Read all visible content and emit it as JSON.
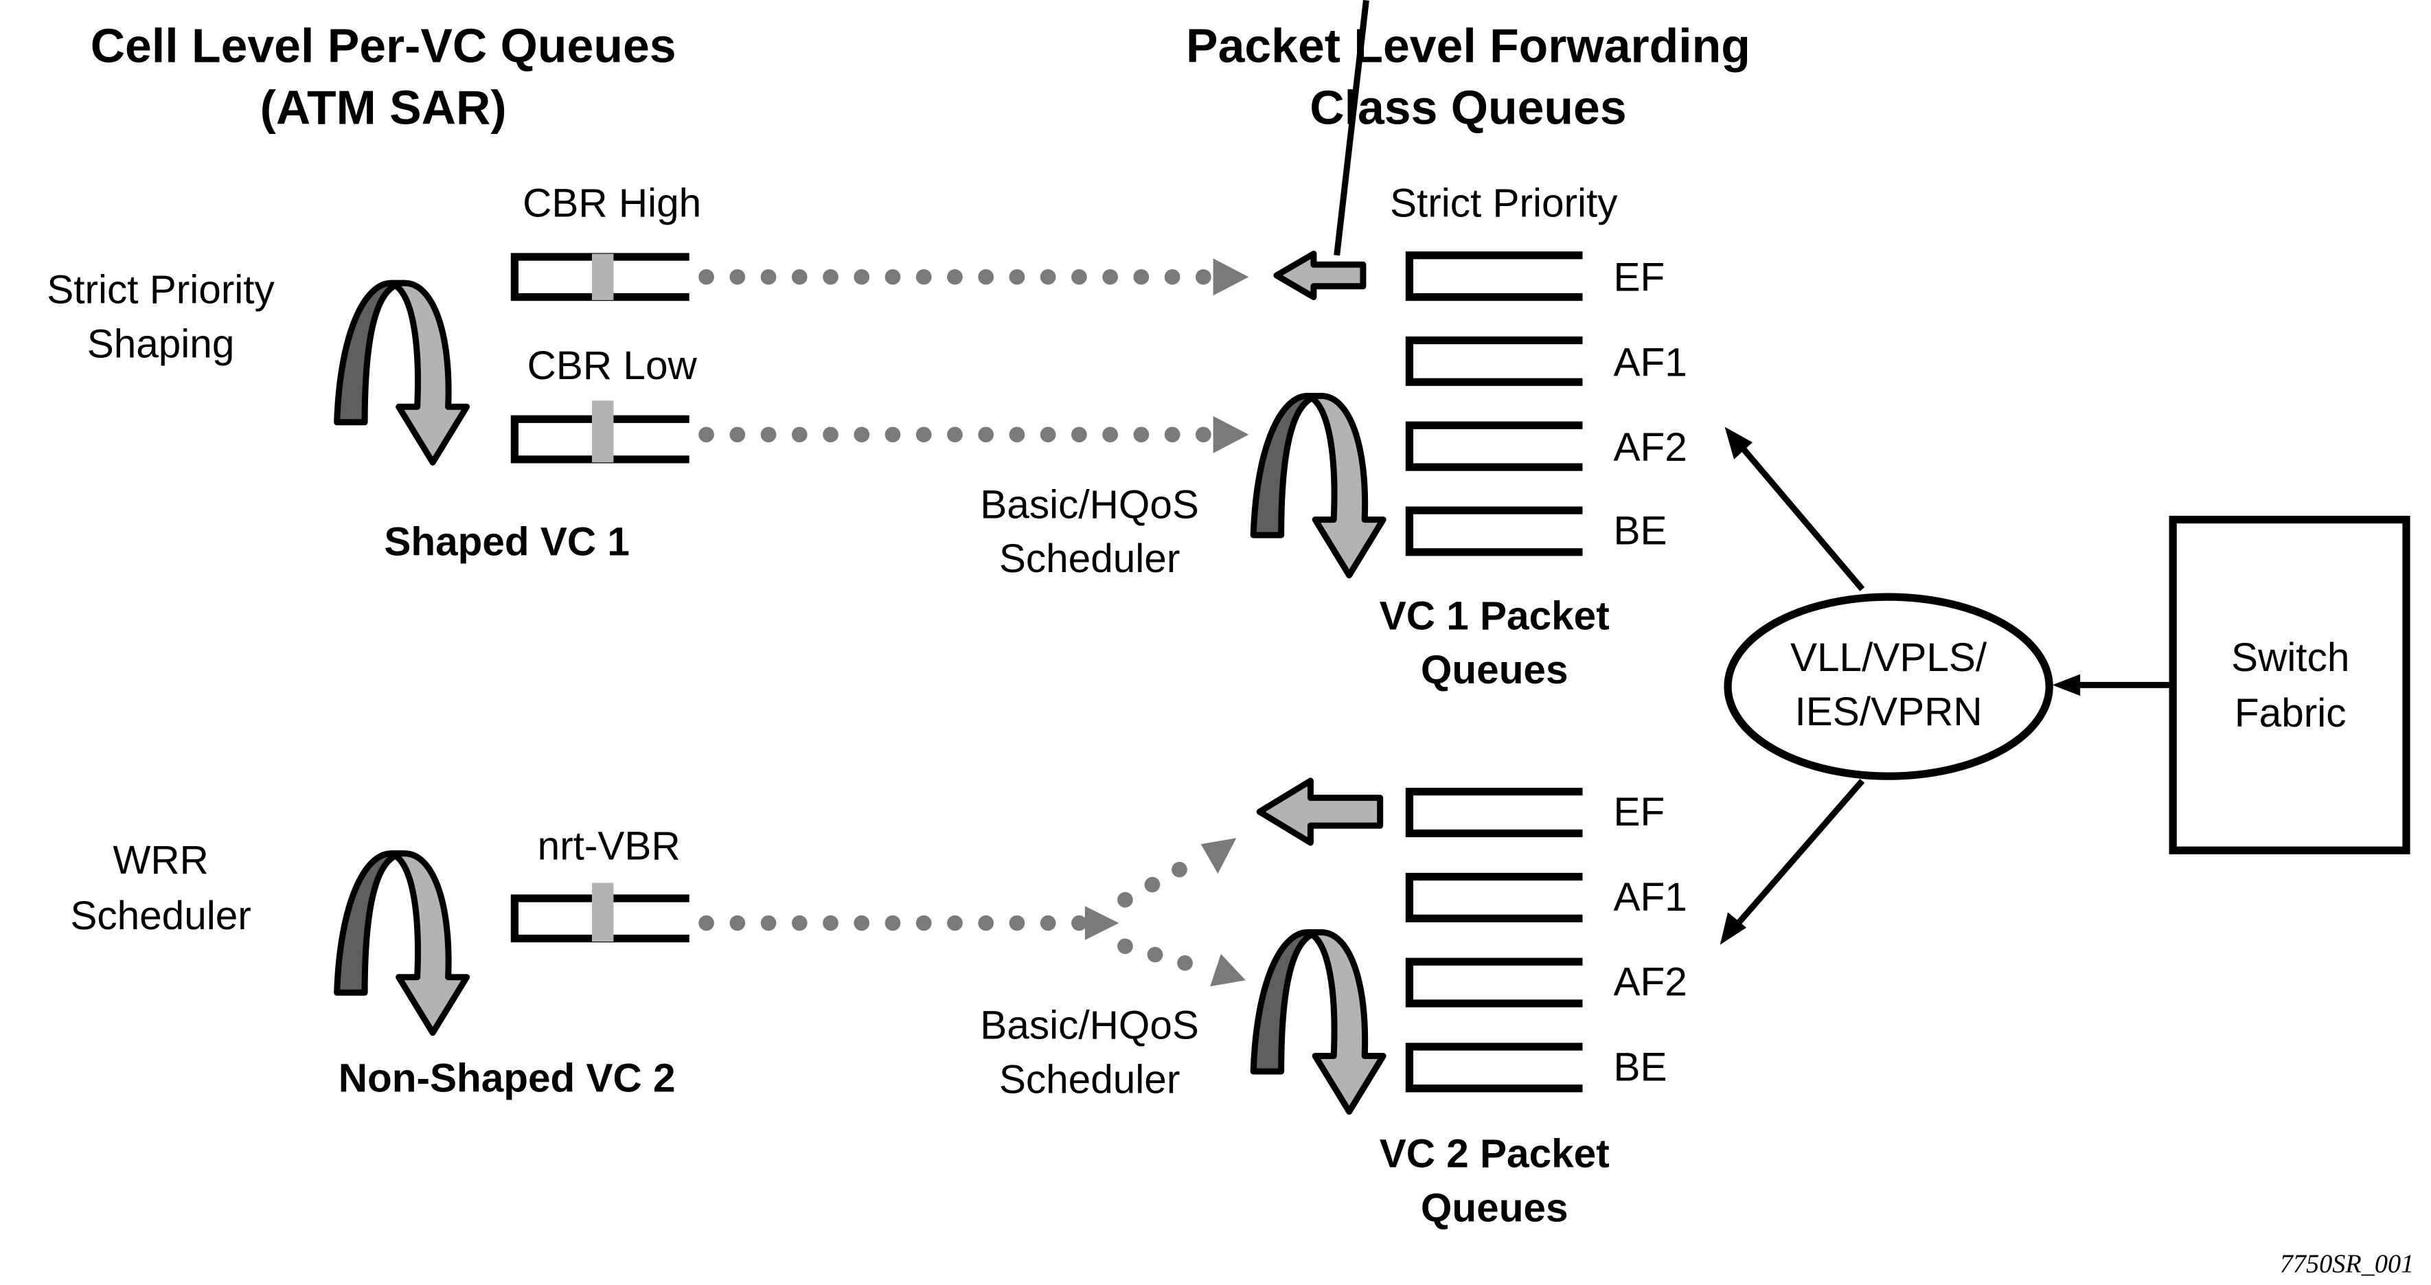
{
  "left_section": {
    "title_line1": "Cell Level Per-VC Queues",
    "title_line2": "(ATM SAR)"
  },
  "right_section": {
    "title_line1": "Packet Level Forwarding",
    "title_line2": "Class Queues"
  },
  "vc1": {
    "scheduler_label_line1": "Strict Priority",
    "scheduler_label_line2": "Shaping",
    "queue_high_label": "CBR High",
    "queue_low_label": "CBR Low",
    "caption": "Shaped VC 1"
  },
  "vc2": {
    "scheduler_label_line1": "WRR",
    "scheduler_label_line2": "Scheduler",
    "queue_label": "nrt-VBR",
    "caption": "Non-Shaped VC 2"
  },
  "vc1_packet": {
    "strict_priority_label": "Strict Priority",
    "scheduler_label_line1": "Basic/HQoS",
    "scheduler_label_line2": "Scheduler",
    "caption_line1": "VC 1 Packet",
    "caption_line2": "Queues",
    "queues": [
      "EF",
      "AF1",
      "AF2",
      "BE"
    ]
  },
  "vc2_packet": {
    "scheduler_label_line1": "Basic/HQoS",
    "scheduler_label_line2": "Scheduler",
    "caption_line1": "VC 2 Packet",
    "caption_line2": "Queues",
    "queues": [
      "EF",
      "AF1",
      "AF2",
      "BE"
    ]
  },
  "service": {
    "label_line1": "VLL/VPLS/",
    "label_line2": "IES/VPRN"
  },
  "switch_fabric": {
    "label_line1": "Switch",
    "label_line2": "Fabric"
  },
  "figure_id": "7750SR_001",
  "icons": {
    "scheduler": "circular-scheduler-arrow-icon",
    "priority": "block-arrow-left-icon"
  },
  "colors": {
    "scheduler_dark": "#5f5f5f",
    "scheduler_light": "#b3b3b3",
    "dotted_flow": "#7a7a7a"
  }
}
